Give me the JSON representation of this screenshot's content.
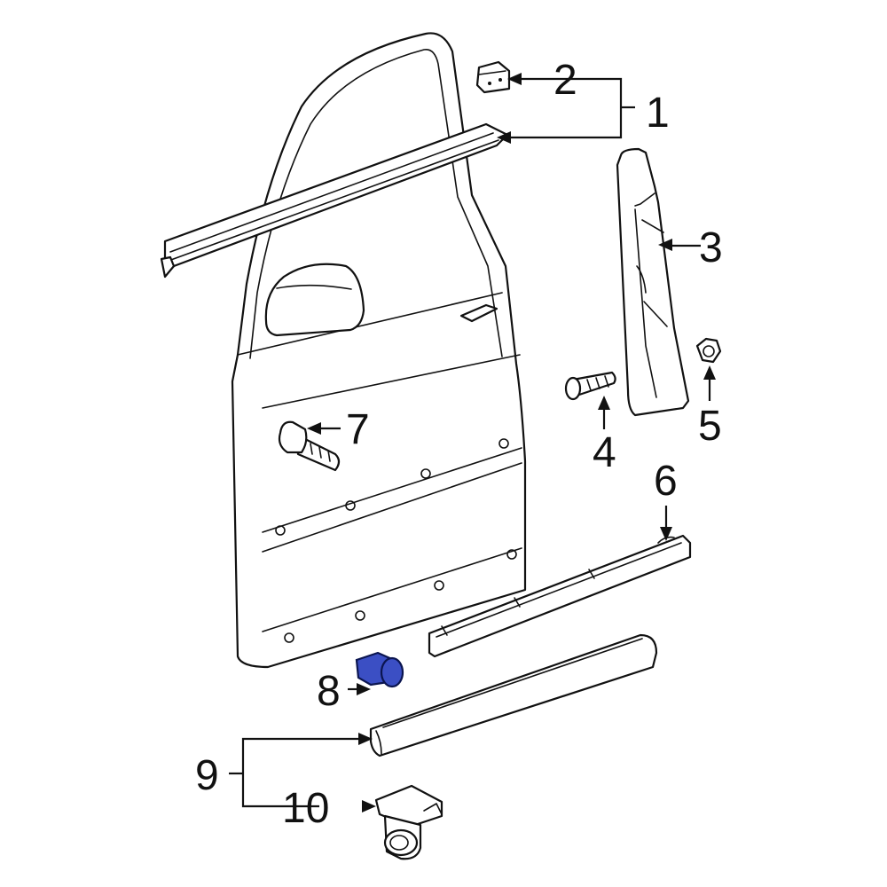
{
  "callouts": {
    "c1": "1",
    "c2": "2",
    "c3": "3",
    "c4": "4",
    "c5": "5",
    "c6": "6",
    "c7": "7",
    "c8": "8",
    "c9": "9",
    "c10": "10"
  },
  "highlighted_part": "8",
  "colors": {
    "highlight_fill": "#3b4fc4",
    "highlight_stroke": "#0b1550",
    "line": "#111111",
    "background": "#ffffff"
  }
}
